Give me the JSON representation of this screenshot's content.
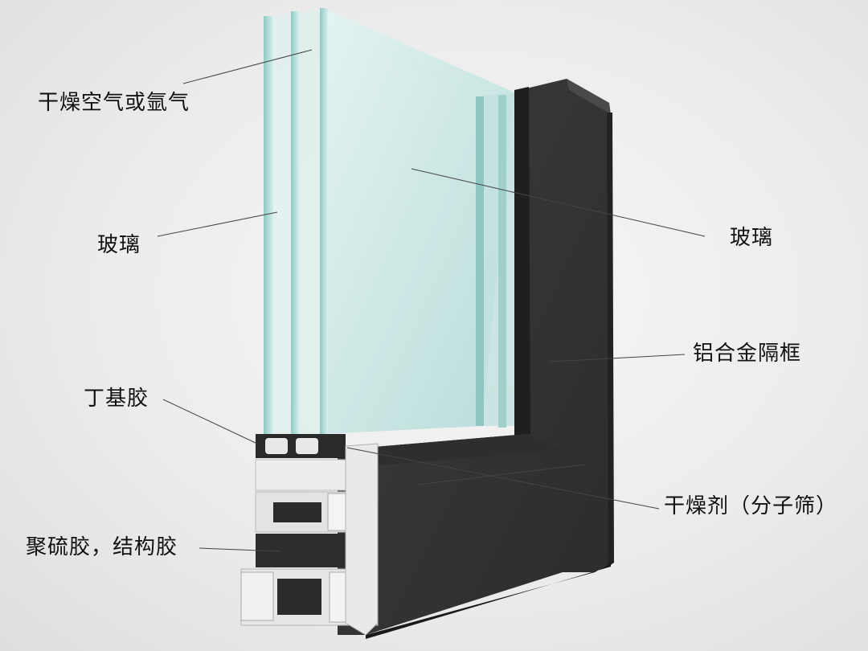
{
  "labels": {
    "dry_air": "干燥空气或氩气",
    "glass_left": "玻璃",
    "glass_right": "玻璃",
    "alu_spacer": "铝合金隔框",
    "butyl": "丁基胶",
    "desiccant": "干燥剂（分子筛）",
    "sealant": "聚硫胶，结构胶"
  },
  "colors": {
    "glass": "#cfe9e6",
    "frame": "#3a3a3a",
    "profile": "#e9e9e9",
    "leader": "#444444"
  }
}
